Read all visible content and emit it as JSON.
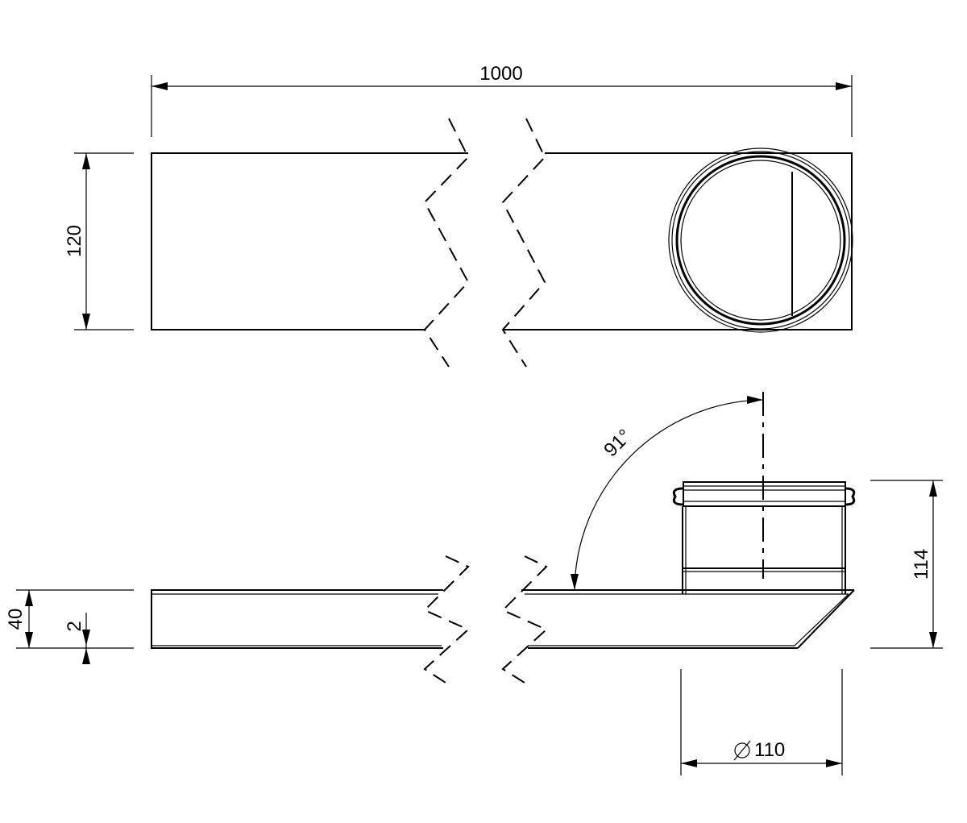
{
  "dimensions": {
    "overall_length": "1000",
    "top_width": "120",
    "side_height": "40",
    "wall_thickness": "2",
    "outlet_height": "114",
    "outlet_diameter": "110",
    "outlet_angle": "91°"
  },
  "colors": {
    "line": "#000000",
    "background": "#ffffff"
  }
}
